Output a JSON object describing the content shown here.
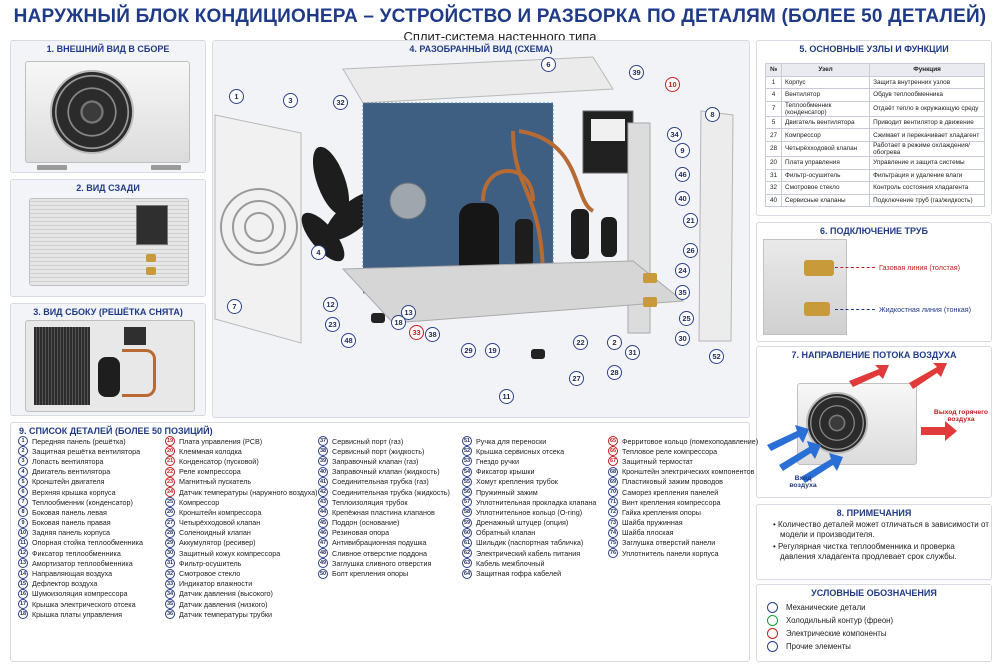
{
  "header": {
    "title": "НАРУЖНЫЙ БЛОК КОНДИЦИОНЕРА – УСТРОЙСТВО И РАЗБОРКА ПО ДЕТАЛЯМ (БОЛЕЕ 50 ДЕТАЛЕЙ)",
    "subtitle": "Сплит-система настенного типа"
  },
  "sections": {
    "external_view": "1. ВНЕШНИЙ ВИД В СБОРЕ",
    "back_view": "2. ВИД СЗАДИ",
    "side_view": "3. ВИД СБОКУ (РЕШЁТКА СНЯТА)",
    "exploded": "4. РАЗОБРАННЫЙ ВИД (СХЕМА)",
    "functions": "5. ОСНОВНЫЕ УЗЛЫ И ФУНКЦИИ",
    "pipes": "6. ПОДКЛЮЧЕНИЕ ТРУБ",
    "airflow": "7. НАПРАВЛЕНИЕ ПОТОКА ВОЗДУХА",
    "notes": "8. ПРИМЕЧАНИЯ",
    "parts_list": "9. СПИСОК ДЕТАЛЕЙ (БОЛЕЕ 50 ПОЗИЦИЙ)",
    "legend": "УСЛОВНЫЕ ОБОЗНАЧЕНИЯ"
  },
  "functions_table": {
    "headers": [
      "№",
      "Узел",
      "Функция"
    ],
    "rows": [
      [
        "1",
        "Корпус",
        "Защита внутренних узлов"
      ],
      [
        "4",
        "Вентилятор",
        "Обдув теплообменника"
      ],
      [
        "7",
        "Теплообменник (конденсатор)",
        "Отдаёт тепло в окружающую среду"
      ],
      [
        "5",
        "Двигатель вентилятора",
        "Приводит вентилятор в движение"
      ],
      [
        "27",
        "Компрессор",
        "Сжимает и перекачивает хладагент"
      ],
      [
        "28",
        "Четырёхходовой клапан",
        "Работает в режиме охлаждения/обогрева"
      ],
      [
        "20",
        "Плата управления",
        "Управление и защита системы"
      ],
      [
        "31",
        "Фильтр-осушитель",
        "Фильтрация и удаление влаги"
      ],
      [
        "32",
        "Смотровое стекло",
        "Контроль состояния хладагента"
      ],
      [
        "40",
        "Сервисные клапаны",
        "Подключение труб (газ/жидкость)"
      ]
    ]
  },
  "pipes": {
    "gas_line": "Газовая линия (толстая)",
    "liquid_line": "Жидкостная линия (тонкая)"
  },
  "airflow": {
    "air_in": "Вход воздуха",
    "hot_air_out": "Выход горячего воздуха"
  },
  "notes": [
    "Количество деталей может отличаться в зависимости от модели и производителя.",
    "Регулярная чистка теплообменника и проверка давления хладагента продлевает срок службы."
  ],
  "legend": [
    {
      "label": "Механические детали",
      "color": "#2a3f8a"
    },
    {
      "label": "Холодильный контур (фреон)",
      "color": "#1f9a3a"
    },
    {
      "label": "Электрические компоненты",
      "color": "#c21d1d"
    },
    {
      "label": "Прочие элементы",
      "color": "#2a3f8a"
    }
  ],
  "callouts": [
    "1",
    "3",
    "4",
    "7",
    "12",
    "23",
    "48",
    "18",
    "13",
    "33",
    "38",
    "6",
    "39",
    "32",
    "10",
    "29",
    "19",
    "22",
    "2",
    "31",
    "30",
    "35",
    "34",
    "9",
    "46",
    "40",
    "21",
    "26",
    "24",
    "25",
    "11",
    "27",
    "28",
    "8",
    "52"
  ],
  "parts": [
    [
      {
        "n": "1",
        "t": "Передняя панель (решётка)"
      },
      {
        "n": "2",
        "t": "Защитная решётка вентилятора"
      },
      {
        "n": "3",
        "t": "Лопасть вентилятора"
      },
      {
        "n": "4",
        "t": "Двигатель вентилятора"
      },
      {
        "n": "5",
        "t": "Кронштейн двигателя"
      },
      {
        "n": "6",
        "t": "Верхняя крышка корпуса"
      },
      {
        "n": "7",
        "t": "Теплообменник (конденсатор)"
      },
      {
        "n": "8",
        "t": "Боковая панель левая"
      },
      {
        "n": "9",
        "t": "Боковая панель правая"
      },
      {
        "n": "10",
        "t": "Задняя панель корпуса"
      },
      {
        "n": "11",
        "t": "Опорная стойка теплообменника"
      },
      {
        "n": "12",
        "t": "Фиксатор теплообменника"
      },
      {
        "n": "13",
        "t": "Амортизатор теплообменника"
      },
      {
        "n": "14",
        "t": "Направляющая воздуха"
      },
      {
        "n": "15",
        "t": "Дефлектор воздуха"
      },
      {
        "n": "16",
        "t": "Шумоизоляция компрессора"
      },
      {
        "n": "17",
        "t": "Крышка электрического отсека"
      },
      {
        "n": "18",
        "t": "Крышка платы управления"
      }
    ],
    [
      {
        "n": "19",
        "t": "Плата управления (PCB)",
        "r": true
      },
      {
        "n": "20",
        "t": "Клеммная колодка",
        "r": true
      },
      {
        "n": "21",
        "t": "Конденсатор (пусковой)",
        "r": true
      },
      {
        "n": "22",
        "t": "Реле компрессора",
        "r": true
      },
      {
        "n": "23",
        "t": "Магнитный пускатель",
        "r": true
      },
      {
        "n": "24",
        "t": "Датчик температуры (наружного воздуха)",
        "r": true
      },
      {
        "n": "25",
        "t": "Компрессор"
      },
      {
        "n": "26",
        "t": "Кронштейн компрессора"
      },
      {
        "n": "27",
        "t": "Четырёхходовой клапан"
      },
      {
        "n": "28",
        "t": "Соленоидный клапан"
      },
      {
        "n": "29",
        "t": "Аккумулятор (ресивер)"
      },
      {
        "n": "30",
        "t": "Защитный кожух компрессора"
      },
      {
        "n": "31",
        "t": "Фильтр-осушитель"
      },
      {
        "n": "32",
        "t": "Смотровое стекло"
      },
      {
        "n": "33",
        "t": "Индикатор влажности"
      },
      {
        "n": "34",
        "t": "Датчик давления (высокого)"
      },
      {
        "n": "35",
        "t": "Датчик давления (низкого)"
      },
      {
        "n": "36",
        "t": "Датчик температуры трубки"
      }
    ],
    [
      {
        "n": "37",
        "t": "Сервисный порт (газ)"
      },
      {
        "n": "38",
        "t": "Сервисный порт (жидкость)"
      },
      {
        "n": "39",
        "t": "Заправочный клапан (газ)"
      },
      {
        "n": "40",
        "t": "Заправочный клапан (жидкость)"
      },
      {
        "n": "41",
        "t": "Соединительная трубка (газ)"
      },
      {
        "n": "42",
        "t": "Соединительная трубка (жидкость)"
      },
      {
        "n": "43",
        "t": "Теплоизоляция трубок"
      },
      {
        "n": "44",
        "t": "Крепёжная пластина клапанов"
      },
      {
        "n": "45",
        "t": "Поддон (основание)"
      },
      {
        "n": "46",
        "t": "Резиновая опора"
      },
      {
        "n": "47",
        "t": "Антивибрационная подушка"
      },
      {
        "n": "48",
        "t": "Сливное отверстие поддона"
      },
      {
        "n": "49",
        "t": "Заглушка сливного отверстия"
      },
      {
        "n": "50",
        "t": "Болт крепления опоры"
      }
    ],
    [
      {
        "n": "51",
        "t": "Ручка для переноски"
      },
      {
        "n": "52",
        "t": "Крышка сервисных отсека"
      },
      {
        "n": "53",
        "t": "Гнездо ручки"
      },
      {
        "n": "54",
        "t": "Фиксатор крышки"
      },
      {
        "n": "55",
        "t": "Хомут крепления трубок"
      },
      {
        "n": "56",
        "t": "Пружинный зажим"
      },
      {
        "n": "57",
        "t": "Уплотнительная прокладка клапана"
      },
      {
        "n": "58",
        "t": "Уплотнительное кольцо (O-ring)"
      },
      {
        "n": "59",
        "t": "Дренажный штуцер (опция)"
      },
      {
        "n": "60",
        "t": "Обратный клапан"
      },
      {
        "n": "61",
        "t": "Шильдик (паспортная табличка)"
      },
      {
        "n": "62",
        "t": "Электрический кабель питания"
      },
      {
        "n": "63",
        "t": "Кабель межблочный"
      },
      {
        "n": "64",
        "t": "Защитная гофра кабелей"
      }
    ],
    [
      {
        "n": "65",
        "t": "Ферритовое кольцо (помехоподавление)",
        "r": true
      },
      {
        "n": "66",
        "t": "Тепловое реле компрессора",
        "r": true
      },
      {
        "n": "67",
        "t": "Защитный термостат",
        "r": true
      },
      {
        "n": "68",
        "t": "Кронштейн электрических компонентов"
      },
      {
        "n": "69",
        "t": "Пластиковый зажим проводов"
      },
      {
        "n": "70",
        "t": "Саморез крепления панелей"
      },
      {
        "n": "71",
        "t": "Винт крепления компрессора"
      },
      {
        "n": "72",
        "t": "Гайка крепления опоры"
      },
      {
        "n": "73",
        "t": "Шайба пружинная"
      },
      {
        "n": "74",
        "t": "Шайба плоская"
      },
      {
        "n": "75",
        "t": "Заглушка отверстий панели"
      },
      {
        "n": "76",
        "t": "Уплотнитель панели корпуса"
      }
    ]
  ]
}
